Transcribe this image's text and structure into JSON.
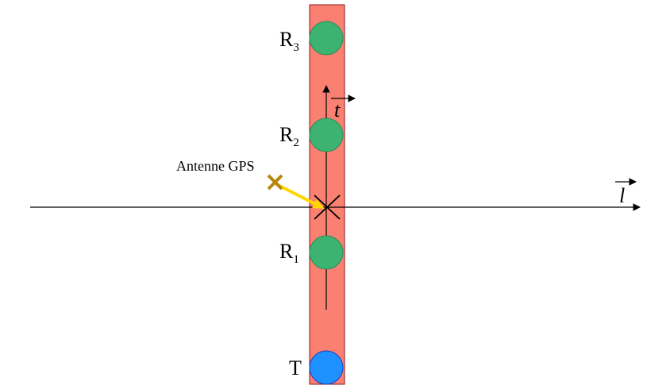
{
  "diagram": {
    "colors": {
      "strip": "#fa8072",
      "strip_border": "#8b1a1a",
      "receiver": "#3cb371",
      "receiver_border": "#2e8b57",
      "transmitter": "#1e90ff",
      "transmitter_border": "#1f3fbf",
      "gps_arrow": "#ffd700",
      "gps_cross": "#b8860b",
      "line": "#000000"
    },
    "labels": {
      "r3": {
        "letter": "R",
        "sub": "3"
      },
      "r2": {
        "letter": "R",
        "sub": "2"
      },
      "r1": {
        "letter": "R",
        "sub": "1"
      },
      "t": "T",
      "antenna": "Antenne GPS",
      "axis_t": "t",
      "axis_l": "l"
    }
  }
}
